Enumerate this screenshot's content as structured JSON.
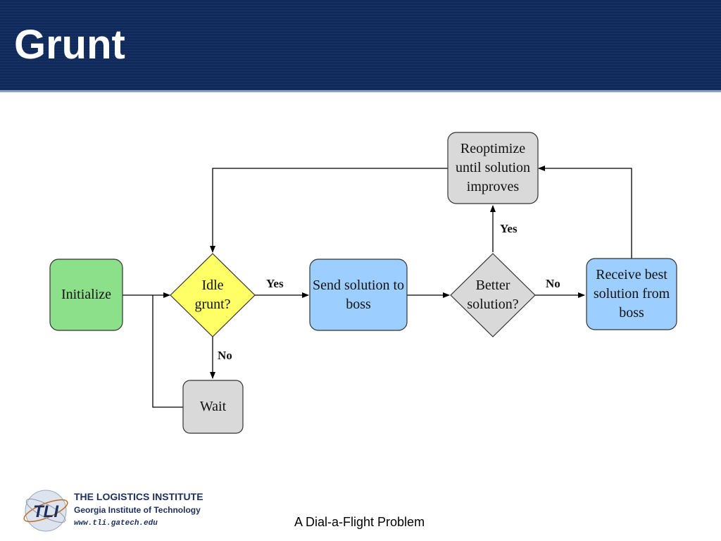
{
  "slide": {
    "title": "Grunt",
    "footer": "A Dial-a-Flight Problem"
  },
  "diagram": {
    "nodes": [
      {
        "id": "initialize",
        "shape": "rounded-rect",
        "fill": "#8de08a",
        "text": "Initialize"
      },
      {
        "id": "idle-grunt",
        "shape": "diamond",
        "fill": "#ffff66",
        "text": "Idle grunt?"
      },
      {
        "id": "send-solution",
        "shape": "rounded-rect",
        "fill": "#9ccfff",
        "text": "Send solution to boss"
      },
      {
        "id": "better-solution",
        "shape": "diamond",
        "fill": "#d9d9d9",
        "text": "Better solution?"
      },
      {
        "id": "receive-best",
        "shape": "rounded-rect",
        "fill": "#9ccfff",
        "text": "Receive best solution from boss"
      },
      {
        "id": "reoptimize",
        "shape": "rounded-rect",
        "fill": "#d9d9d9",
        "text": "Reoptimize until solution improves"
      },
      {
        "id": "wait",
        "shape": "rounded-rect",
        "fill": "#d9d9d9",
        "text": "Wait"
      }
    ],
    "edges": [
      {
        "from": "initialize",
        "to": "idle-grunt",
        "label": ""
      },
      {
        "from": "idle-grunt",
        "to": "send-solution",
        "label": "Yes"
      },
      {
        "from": "idle-grunt",
        "to": "wait",
        "label": "No"
      },
      {
        "from": "wait",
        "to": "idle-grunt",
        "label": ""
      },
      {
        "from": "send-solution",
        "to": "better-solution",
        "label": ""
      },
      {
        "from": "better-solution",
        "to": "reoptimize",
        "label": "Yes"
      },
      {
        "from": "better-solution",
        "to": "receive-best",
        "label": "No"
      },
      {
        "from": "receive-best",
        "to": "reoptimize",
        "label": ""
      },
      {
        "from": "reoptimize",
        "to": "idle-grunt",
        "label": ""
      }
    ]
  },
  "logo": {
    "mark": "TLI",
    "line1": "THE LOGISTICS INSTITUTE",
    "line2": "Georgia Institute of Technology",
    "line3": "www.tli.gatech.edu"
  }
}
